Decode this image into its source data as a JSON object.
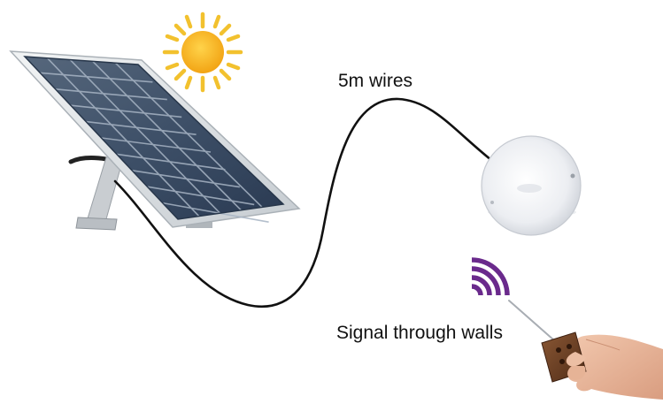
{
  "captions": {
    "wires": "5m wires",
    "signal": "Signal through walls"
  },
  "illustration": {
    "icons": [
      "sun-icon",
      "solar-panel",
      "ceiling-light",
      "wifi-signal-icon",
      "remote-control",
      "hand"
    ],
    "colors": {
      "sun": "#f5b81c",
      "sun_rays": "#f2c12e",
      "panel_frame": "#d8dde1",
      "panel_cells": "#3c4f66",
      "wire": "#111111",
      "lamp": "#eef0f3",
      "signal": "#6a2a8c",
      "remote": "#6d3f24",
      "skin": "#e8b79b"
    }
  }
}
